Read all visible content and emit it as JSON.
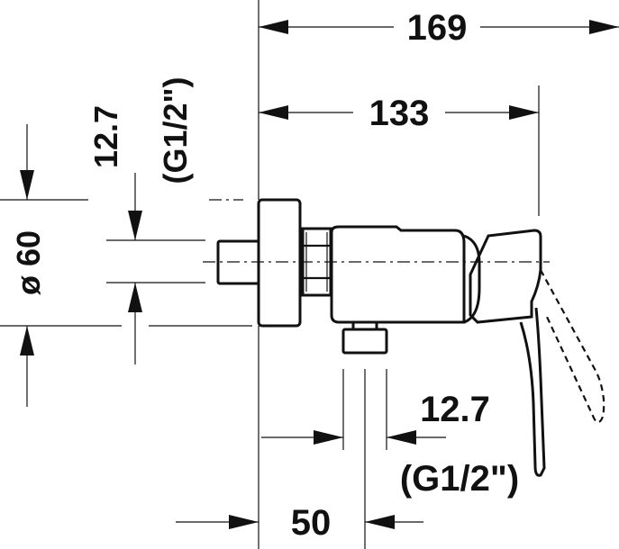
{
  "dimensions": {
    "overall_width": "169",
    "body_width": "133",
    "inlet_upper_size": "12.7",
    "inlet_upper_thread": "(G1/2\")",
    "flange_diameter": "ø 60",
    "outlet_size": "12.7",
    "outlet_thread": "(G1/2\")",
    "outlet_offset": "50"
  },
  "colors": {
    "line": "#111111",
    "background": "#ffffff"
  }
}
